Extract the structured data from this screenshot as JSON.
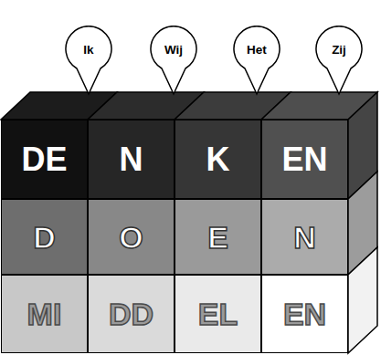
{
  "diagram": {
    "nodes": [
      {
        "text": [
          "Ik"
        ]
      },
      {
        "text": [
          "Wij"
        ]
      },
      {
        "text": [
          "Het"
        ]
      },
      {
        "text": [
          "Zij"
        ]
      },
      {
        "text": [
          "DE"
        ]
      },
      {
        "text": [
          "N"
        ]
      },
      {
        "text": [
          "K"
        ]
      },
      {
        "text": [
          "EN"
        ]
      },
      {
        "text": [
          "D"
        ]
      },
      {
        "text": [
          "O"
        ]
      },
      {
        "text": [
          "E"
        ]
      },
      {
        "text": [
          "N"
        ]
      },
      {
        "text": [
          "MI"
        ]
      },
      {
        "text": [
          "DD"
        ]
      },
      {
        "text": [
          "EL"
        ]
      },
      {
        "text": [
          "EN"
        ]
      }
    ]
  }
}
